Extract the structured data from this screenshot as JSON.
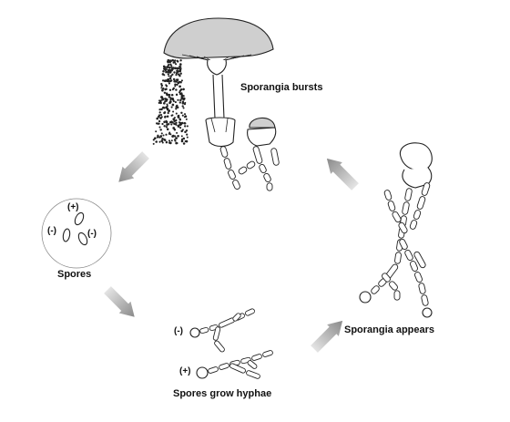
{
  "stages": {
    "sporangia_bursts": "Sporangia bursts",
    "spores": "Spores",
    "spores_grow_hyphae": "Spores grow hyphae",
    "sporangia_appears": "Sporangia appears"
  },
  "spore_marks": {
    "plus": "(+)",
    "minus_left": "(-)",
    "minus_right": "(-)"
  },
  "hyphae_marks": {
    "minus": "(-)",
    "plus": "(+)"
  },
  "colors": {
    "ink": "#222222",
    "cap_fill": "#cfcfcf",
    "arrow_dark": "#8c8c8c",
    "arrow_light": "#e2e2e2"
  }
}
